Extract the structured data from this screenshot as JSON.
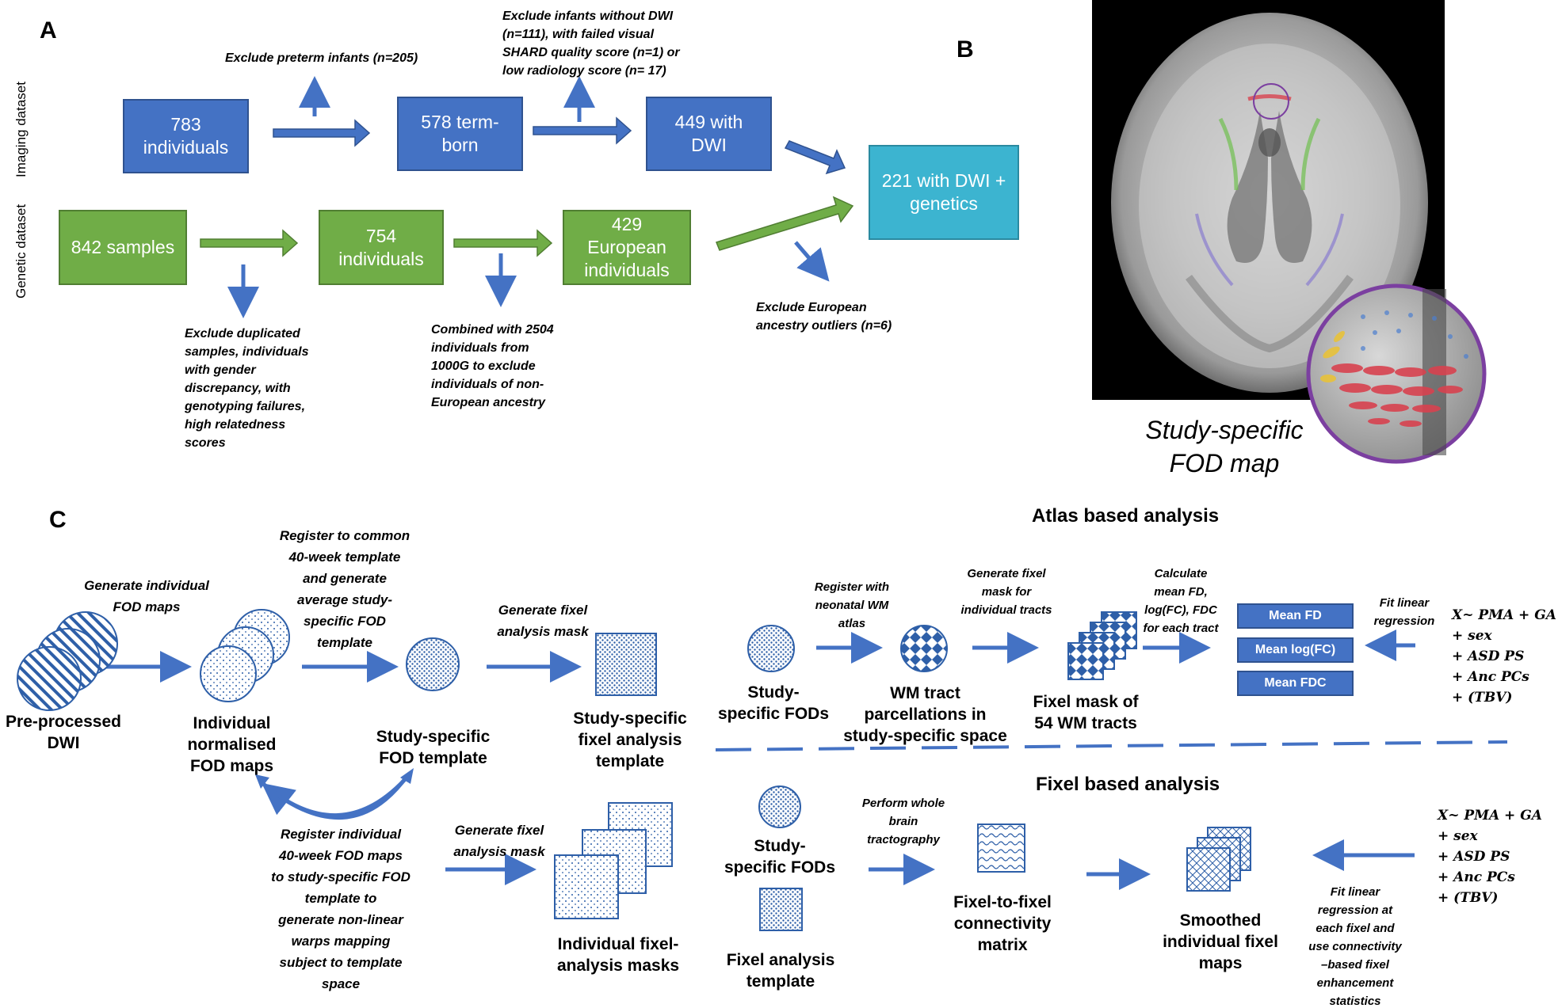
{
  "panel_a": {
    "letter": "A",
    "side_label_genetic": "Genetic dataset",
    "side_label_imaging": "Imaging dataset",
    "imaging_boxes": [
      "783\nindividuals",
      "578 term-\nborn",
      "449 with\nDWI"
    ],
    "merged_box": "221 with DWI +\ngenetics",
    "genetic_boxes": [
      "842 samples",
      "754\nindividuals",
      "429\nEuropean\nindividuals"
    ],
    "notes": {
      "preterm": "Exclude preterm infants  (n=205)",
      "no_dwi": "Exclude infants without DWI\n(n=111), with failed visual\nSHARD quality score (n=1) or\nlow radiology score (n= 17)",
      "duplicated": "Exclude duplicated\nsamples, individuals\nwith gender\ndiscrepancy, with\ngenotyping failures,\nhigh relatedness\nscores",
      "combined": "Combined with 2504\nindividuals from\n1000G to exclude\nindividuals of non-\nEuropean ancestry",
      "outliers": "Exclude European\nancestry outliers (n=6)"
    }
  },
  "panel_b": {
    "letter": "B",
    "caption": "Study-specific\nFOD map"
  },
  "panel_c": {
    "letter": "C",
    "atlas_title": "Atlas based analysis",
    "fixel_title": "Fixel based analysis",
    "labels": {
      "preprocessed": "Pre-processed\nDWI",
      "individual_norm": "Individual\nnormalised\nFOD maps",
      "study_template": "Study-specific\nFOD template",
      "fixel_template": "Study-specific\nfixel analysis\ntemplate",
      "individual_masks": "Individual fixel-\nanalysis masks",
      "atlas_fods": "Study-\nspecific FODs",
      "wm_tract": "WM tract\nparcellations in\nstudy-specific space",
      "fixel_mask_54": "Fixel mask of\n54 WM tracts",
      "fba_fods": "Study-\nspecific FODs",
      "fba_template": "Fixel analysis\ntemplate",
      "f2f": "Fixel-to-fixel\nconnectivity\nmatrix",
      "smoothed": "Smoothed\nindividual fixel\nmaps"
    },
    "steps": {
      "generate_fod": "Generate individual\nFOD maps",
      "register_common": "Register to common\n40-week template\nand generate\naverage study-\nspecific FOD\ntemplate",
      "generate_mask_1": "Generate fixel\nanalysis mask",
      "register_individual": "Register individual\n40-week FOD maps\nto study-specific FOD\ntemplate to\ngenerate non-linear\nwarps mapping\nsubject to template\nspace",
      "generate_mask_2": "Generate fixel\nanalysis mask",
      "register_atlas": "Register with\nneonatal WM\natlas",
      "generate_tract_mask": "Generate fixel\nmask for\nindividual tracts",
      "calculate": "Calculate\nmean FD,\nlog(FC), FDC\nfor each tract",
      "fit_linear": "Fit linear\nregression",
      "tractography": "Perform whole\nbrain\ntractography",
      "fit_linear_fixel": "Fit linear\nregression at\neach fixel and\nuse connectivity\n–based fixel\nenhancement\nstatistics"
    },
    "mean_boxes": [
      "Mean FD",
      "Mean log(FC)",
      "Mean FDC"
    ],
    "equation_lines": [
      "X~ PMA + GA",
      "+ sex",
      "+ ASD PS",
      "+ Anc PCs",
      "+ (TBV)"
    ]
  },
  "colors": {
    "blue_box": "#4472c4",
    "green_box": "#70ad47",
    "cyan_box": "#3cb4d0",
    "arrow_blue": "#4472c4",
    "arrow_green": "#70ad47",
    "pattern": "#2e5fa8"
  }
}
